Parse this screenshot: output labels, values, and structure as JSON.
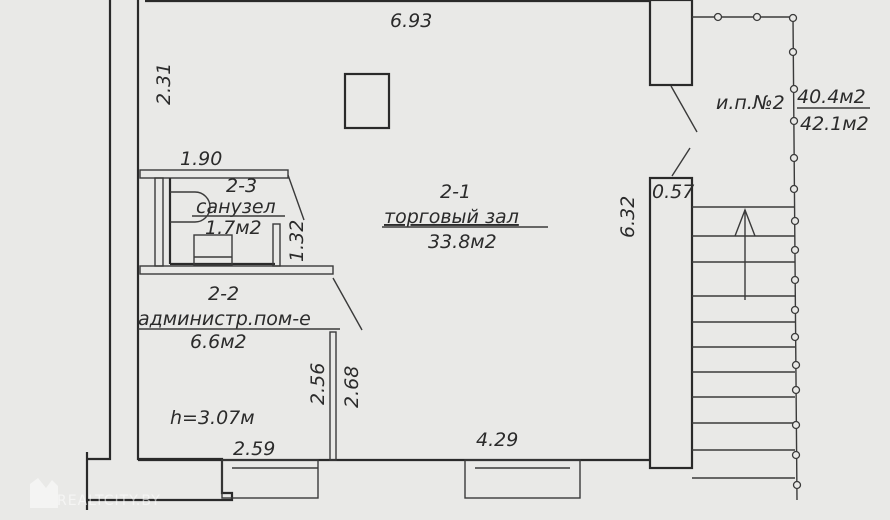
{
  "plan": {
    "dimensions": {
      "top_width": "6.93",
      "left_height": "2.31",
      "bathroom_width": "1.90",
      "bathroom_height": "1.32",
      "main_height": "6.32",
      "door_width": "0.57",
      "partition_a": "2.56",
      "partition_b": "2.68",
      "bottom_left": "2.59",
      "bottom_right": "4.29"
    },
    "ceiling_height": "h=3.07м",
    "rooms": [
      {
        "number": "2-1",
        "name": "торговый зал",
        "area": "33.8м2"
      },
      {
        "number": "2-2",
        "name": "администр.пом-е",
        "area": "6.6м2"
      },
      {
        "number": "2-3",
        "name": "санузел",
        "area": "1.7м2"
      }
    ],
    "premises": {
      "label": "и.п.№2",
      "area_net": "40.4м2",
      "area_total": "42.1м2"
    }
  },
  "watermark": "REALTCITY.BY",
  "colors": {
    "paper": "#e9e9e7",
    "ink": "#2a2a2a"
  }
}
